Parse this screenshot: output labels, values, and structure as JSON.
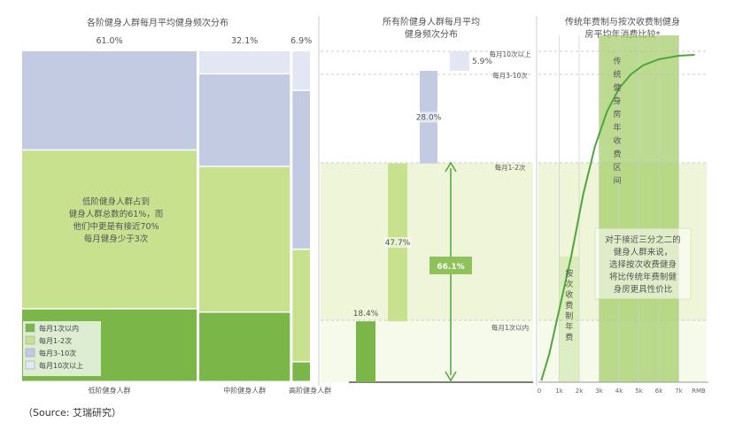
{
  "colors": {
    "dark_green": "#7ab648",
    "mid_green": "#c7e18f",
    "light_green": "#eef5d8",
    "pale_green": "#f6faea",
    "blue": "#c3cbe2",
    "pale_blue": "#e3e7f3",
    "curve_green": "#4fa63a",
    "band_green": "#9fcc63",
    "band_green_light": "#c9e3a0",
    "badge_green": "#8fc25a"
  },
  "source": "（Source: 艾瑞研究）",
  "chart_data": [
    {
      "type": "bar",
      "variant": "marimekko",
      "title": "各阶健身人群每月平均健身频次分布",
      "categories": [
        "低阶健身人群",
        "中阶健身人群",
        "高阶健身人群"
      ],
      "widths": [
        61.0,
        32.1,
        6.9
      ],
      "width_labels": [
        "61.0%",
        "32.1%",
        "6.9%"
      ],
      "series": [
        {
          "name": "每月1次以内",
          "values": [
            22,
            21,
            6
          ]
        },
        {
          "name": "每月1-2次",
          "values": [
            48,
            44,
            34
          ]
        },
        {
          "name": "每月3-10次",
          "values": [
            30,
            28,
            48
          ]
        },
        {
          "name": "每月10次以上",
          "values": [
            0,
            7,
            12
          ]
        }
      ],
      "legend": [
        "每月1次以内",
        "每月1-2次",
        "每月3-10次",
        "每月10次以上"
      ],
      "annotation": [
        "低阶健身人群占到",
        "健身人群总数的61%，而",
        "他们中更是有接近70%",
        "每月健身少于3次"
      ]
    },
    {
      "type": "bar",
      "variant": "waterfall",
      "title_lines": [
        "所有阶健身人群每月平均",
        "健身频次分布"
      ],
      "categories": [
        "每月1次以内",
        "每月1-2次",
        "每月3-10次",
        "每月10次以上"
      ],
      "values": [
        18.4,
        47.7,
        28.0,
        5.9
      ],
      "value_labels": [
        "18.4%",
        "47.7%",
        "28.0%",
        "5.9%"
      ],
      "bracket_label": "66.1%"
    },
    {
      "type": "line",
      "title_lines": [
        "传统年费制与按次收费制健身",
        "房平均年消费比较*"
      ],
      "x_ticks": [
        "0",
        "1k",
        "2k",
        "3k",
        "4k",
        "5k",
        "6k",
        "7k",
        "RMB"
      ],
      "band_label_vertical_1": "按次收费制年费",
      "band_label_vertical_2": "传统健身房年收费区间",
      "annotation": [
        "对于接近三分之二的",
        "健身人群来说，",
        "选择按次收费健身",
        "将比传统年费制健",
        "身房更具性价比"
      ]
    }
  ]
}
